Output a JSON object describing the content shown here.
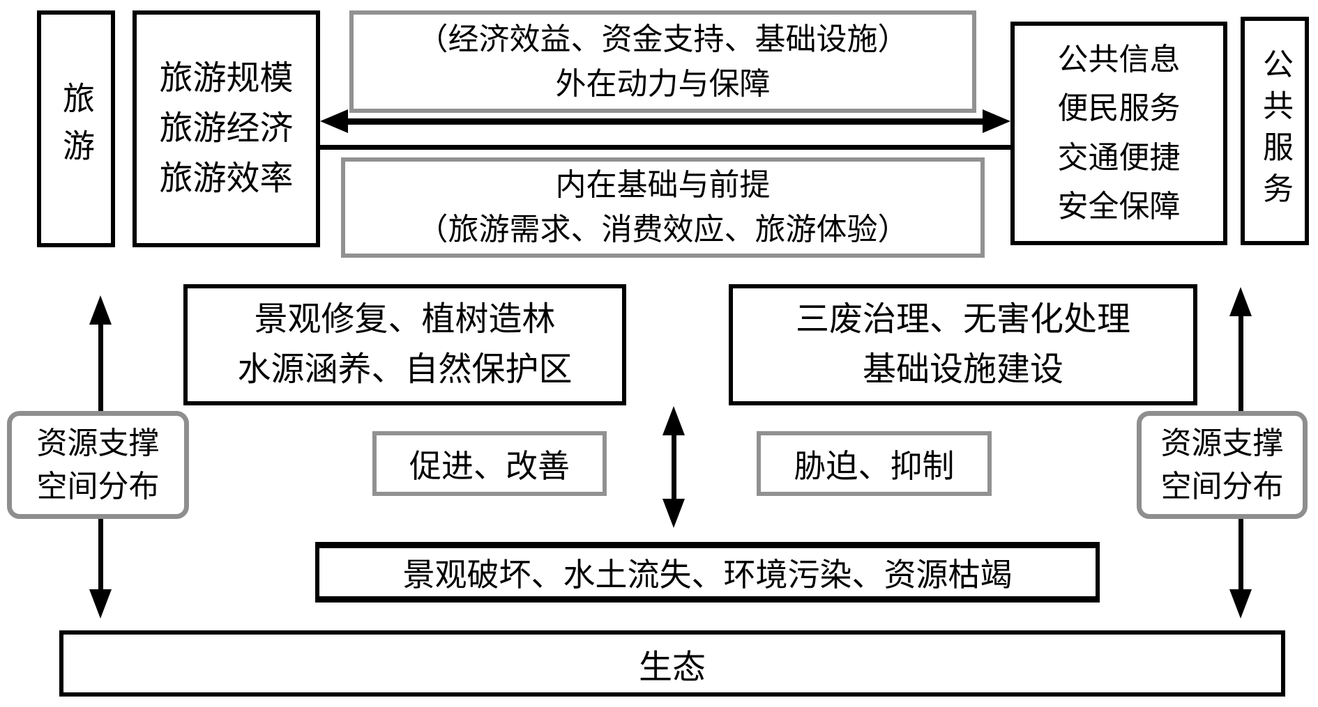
{
  "diagram": {
    "title_hint": "tourism-ecology coupling mechanism diagram",
    "colors": {
      "line": "#000000",
      "gray_border": "#919191",
      "background": "#ffffff"
    },
    "boxes": {
      "tourism": {
        "text": "旅游"
      },
      "tourism_metrics": {
        "lines": [
          "旅游规模",
          "旅游经济",
          "旅游效率"
        ]
      },
      "external_support": {
        "lines": [
          "（经济效益、资金支持、基础设施）",
          "外在动力与保障"
        ]
      },
      "internal_basis": {
        "lines": [
          "内在基础与前提",
          "（旅游需求、消费效应、旅游体验）"
        ]
      },
      "public_info": {
        "lines": [
          "公共信息",
          "便民服务",
          "交通便捷",
          "安全保障"
        ]
      },
      "public_service": {
        "text": "公共服务"
      },
      "restoration": {
        "lines": [
          "景观修复、植树造林",
          "水源涵养、自然保护区"
        ]
      },
      "treatment": {
        "lines": [
          "三废治理、无害化处理",
          "基础设施建设"
        ]
      },
      "promote": {
        "text": "促进、改善"
      },
      "threat": {
        "text": "胁迫、抑制"
      },
      "resource_left": {
        "lines": [
          "资源支撑",
          "空间分布"
        ]
      },
      "resource_right": {
        "lines": [
          "资源支撑",
          "空间分布"
        ]
      },
      "damage": {
        "text": "景观破坏、水土流失、环境污染、资源枯竭"
      },
      "ecology": {
        "text": "生态"
      }
    },
    "connectors": {
      "top_double_arrow": "双向箭头：旅游指标 ↔ 公共信息服务",
      "top_plain_line": "连接线",
      "center_double_arrow": "双向箭头：促进改善 ↕ 胁迫抑制",
      "left_up_arrow": "资源支撑→旅游",
      "left_down_arrow": "资源支撑→生态",
      "right_up_arrow": "资源支撑→公共服务",
      "right_down_arrow": "资源支撑→生态"
    }
  }
}
